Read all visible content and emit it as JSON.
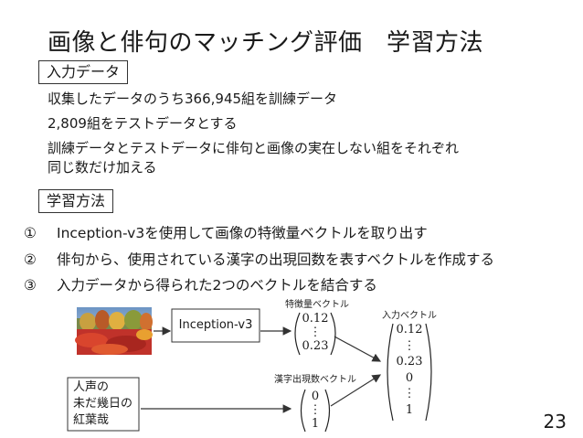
{
  "slide": {
    "title": "画像と俳句のマッチング評価　学習方法",
    "page_number": "23"
  },
  "input_data": {
    "label": "入力データ",
    "lines": [
      "収集したデータのうち366,945組を訓練データ",
      "2,809組をテストデータとする",
      "訓練データとテストデータに俳句と画像の実在しない組をそれぞれ",
      "同じ数だけ加える"
    ]
  },
  "method": {
    "label": "学習方法",
    "steps": [
      {
        "num": "①",
        "text": "Inception-v3を使用して画像の特徴量ベクトルを取り出す"
      },
      {
        "num": "②",
        "text": "俳句から、使用されている漢字の出現回数を表すベクトルを作成する"
      },
      {
        "num": "③",
        "text": "入力データから得られた2つのベクトルを結合する"
      }
    ]
  },
  "diagram": {
    "model_label": "Inception-v3",
    "feature_vector_caption": "特徴量ベクトル",
    "feature_vector": [
      "0.12",
      "⋮",
      "0.23"
    ],
    "kanji_vector_caption": "漢字出現数ベクトル",
    "kanji_vector": [
      "0",
      "⋮",
      "1"
    ],
    "input_vector_caption": "入力ベクトル",
    "input_vector": [
      "0.12",
      "⋮",
      "0.23",
      "0",
      "⋮",
      "1"
    ],
    "haiku_lines": [
      "人声の",
      "未だ幾日の",
      "紅葉哉"
    ],
    "image_alt": "autumn-foliage-photo"
  }
}
